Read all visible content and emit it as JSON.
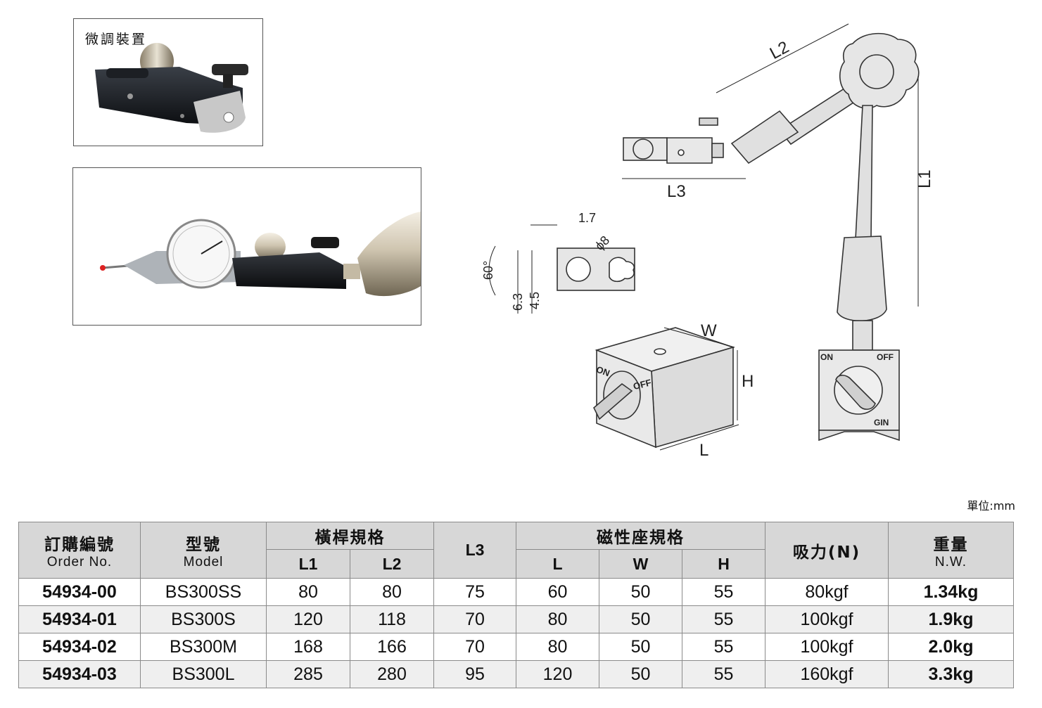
{
  "photos": {
    "fine_adjust_caption": "微調裝置"
  },
  "diagram": {
    "dims": {
      "l1": "L1",
      "l2": "L2",
      "l3": "L3",
      "w": "W",
      "h": "H",
      "l": "L",
      "d1_7": "1.7",
      "d_phi8": "ϕ8",
      "d_60": "60°",
      "d_6_3": "6.3",
      "d_4_5": "4.5"
    },
    "base_labels": {
      "on": "ON",
      "off": "OFF",
      "gin": "GIN"
    }
  },
  "unit_note": "單位:mm",
  "table": {
    "headers": {
      "order_zh": "訂購編號",
      "order_en": "Order No.",
      "model_zh": "型號",
      "model_en": "Model",
      "arm_spec": "橫桿規格",
      "l1": "L1",
      "l2": "L2",
      "l3": "L3",
      "base_spec": "磁性座規格",
      "l": "L",
      "w": "W",
      "h": "H",
      "force": "吸力(N)",
      "weight_zh": "重量",
      "weight_en": "N.W."
    },
    "rows": [
      {
        "order": "54934-00",
        "model": "BS300SS",
        "l1": "80",
        "l2": "80",
        "l3": "75",
        "l": "60",
        "w": "50",
        "h": "55",
        "force": "80kgf",
        "weight": "1.34kg"
      },
      {
        "order": "54934-01",
        "model": "BS300S",
        "l1": "120",
        "l2": "118",
        "l3": "70",
        "l": "80",
        "w": "50",
        "h": "55",
        "force": "100kgf",
        "weight": "1.9kg"
      },
      {
        "order": "54934-02",
        "model": "BS300M",
        "l1": "168",
        "l2": "166",
        "l3": "70",
        "l": "80",
        "w": "50",
        "h": "55",
        "force": "100kgf",
        "weight": "2.0kg"
      },
      {
        "order": "54934-03",
        "model": "BS300L",
        "l1": "285",
        "l2": "280",
        "l3": "95",
        "l": "120",
        "w": "50",
        "h": "55",
        "force": "160kgf",
        "weight": "3.3kg"
      }
    ]
  }
}
